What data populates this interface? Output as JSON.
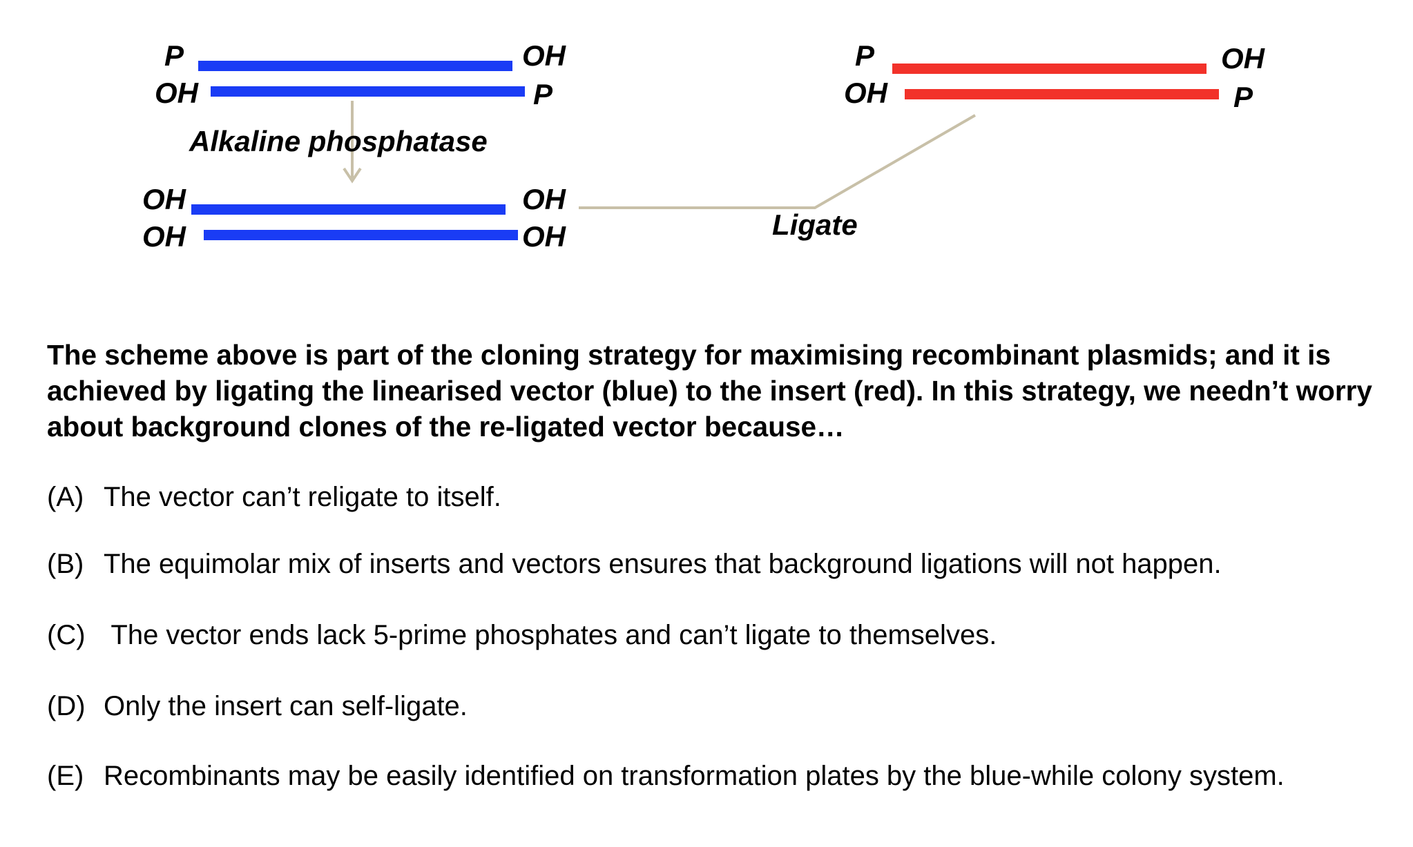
{
  "colors": {
    "vector": "#1a3cf5",
    "insert": "#f2322a",
    "connector": "#c8c0a8"
  },
  "scheme": {
    "vector_before": {
      "top_left": "P",
      "top_right": "OH",
      "bottom_left": "OH",
      "bottom_right": "P"
    },
    "step_label": "Alkaline  phosphatase",
    "vector_after": {
      "top_left": "OH",
      "top_right": "OH",
      "bottom_left": "OH",
      "bottom_right": "OH"
    },
    "insert": {
      "top_left": "P",
      "top_right": "OH",
      "bottom_left": "OH",
      "bottom_right": "P"
    },
    "ligate_label": "Ligate"
  },
  "question": {
    "text": "The scheme above is part of the cloning strategy for maximising recombinant plasmids; and it is achieved by ligating the linearised vector (blue) to the insert (red). In this strategy, we needn’t worry about background clones of the re-ligated vector because…"
  },
  "options": [
    {
      "letter": "(A)",
      "text": "The vector can’t religate to itself."
    },
    {
      "letter": "(B)",
      "text": "The equimolar mix of inserts and vectors ensures that background ligations will not happen."
    },
    {
      "letter": "(C)",
      "text": " The vector ends lack 5-prime phosphates and can’t ligate to themselves."
    },
    {
      "letter": "(D)",
      "text": "Only the insert can self-ligate."
    },
    {
      "letter": "(E)",
      "text": "Recombinants may be easily identified on transformation plates by the blue-while colony system."
    }
  ]
}
